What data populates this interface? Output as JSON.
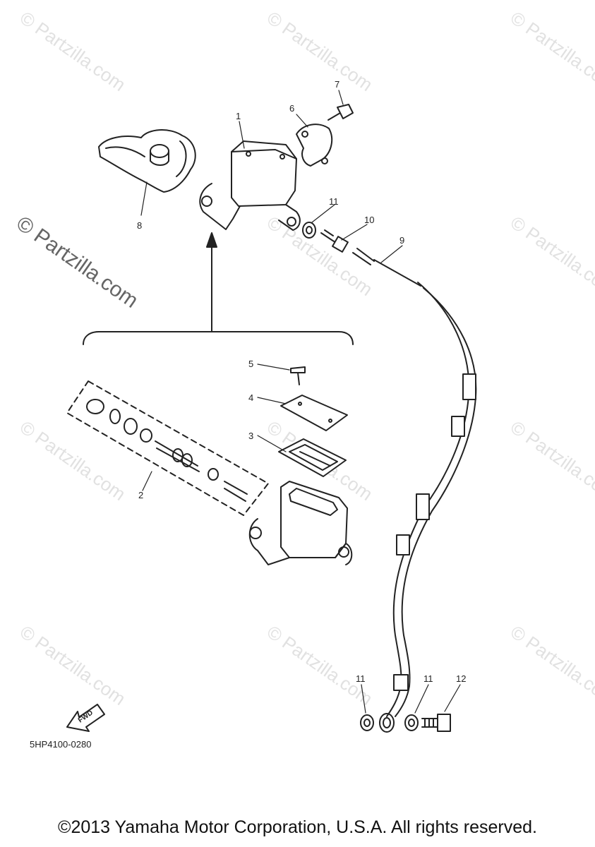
{
  "watermark": {
    "text": "© Partzilla.com",
    "large_text": "© Partzilla.com"
  },
  "callouts": {
    "c1": "1",
    "c2": "2",
    "c3": "3",
    "c4": "4",
    "c5": "5",
    "c6": "6",
    "c7": "7",
    "c8": "8",
    "c9": "9",
    "c10": "10",
    "c11a": "11",
    "c11b": "11",
    "c11c": "11",
    "c12": "12"
  },
  "direction_marker": "FWD",
  "diagram_code": "5HP4100-0280",
  "copyright": "©2013 Yamaha Motor Corporation, U.S.A. All rights reserved."
}
